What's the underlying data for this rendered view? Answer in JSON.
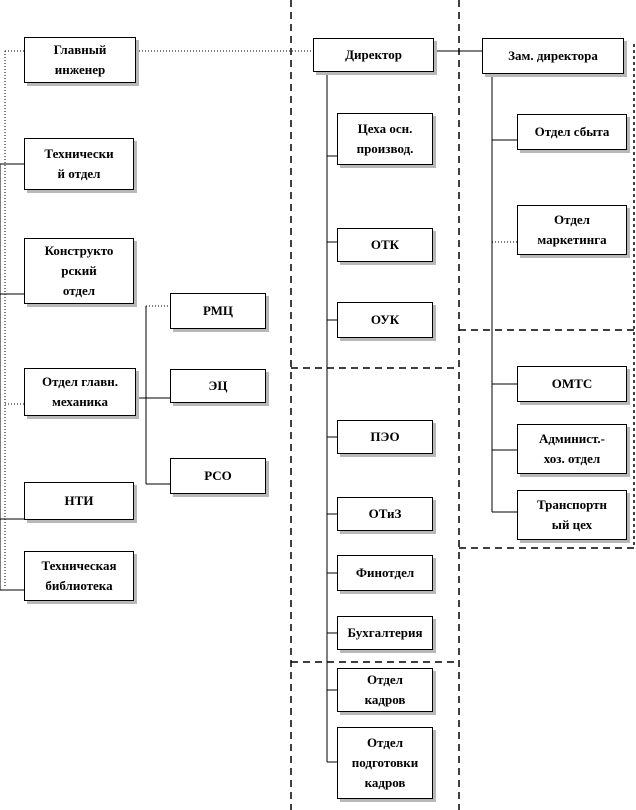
{
  "diagram": {
    "colors": {
      "box_border": "#000000",
      "shadow": "#b8b8b8",
      "line": "#000000"
    },
    "nodes": {
      "chief_engineer": "Главный\nинженер",
      "tech_dept": "Технически\nй отдел",
      "design_dept": "Конструкто\nрский\nотдел",
      "chief_mechanic_dept": "Отдел главн.\nмеханика",
      "nti": "НТИ",
      "tech_library": "Техническая\nбиблиотека",
      "rmc": "РМЦ",
      "ec": "ЭЦ",
      "rso": "РСО",
      "director": "Директор",
      "main_production": "Цеха осн.\nпроизвод.",
      "otk": "ОТК",
      "ouk": "ОУК",
      "peo": "ПЭО",
      "otiz": "ОТиЗ",
      "finance": "Финотдел",
      "accounting": "Бухгалтерия",
      "hr": "Отдел\nкадров",
      "training": "Отдел\nподготовки\nкадров",
      "deputy_director": "Зам. директора",
      "sales": "Отдел сбыта",
      "marketing": "Отдел\nмаркетинга",
      "omts": "ОМТС",
      "admin": "Админист.-\nхоз. отдел",
      "transport": "Транспортн\nый цех"
    }
  }
}
